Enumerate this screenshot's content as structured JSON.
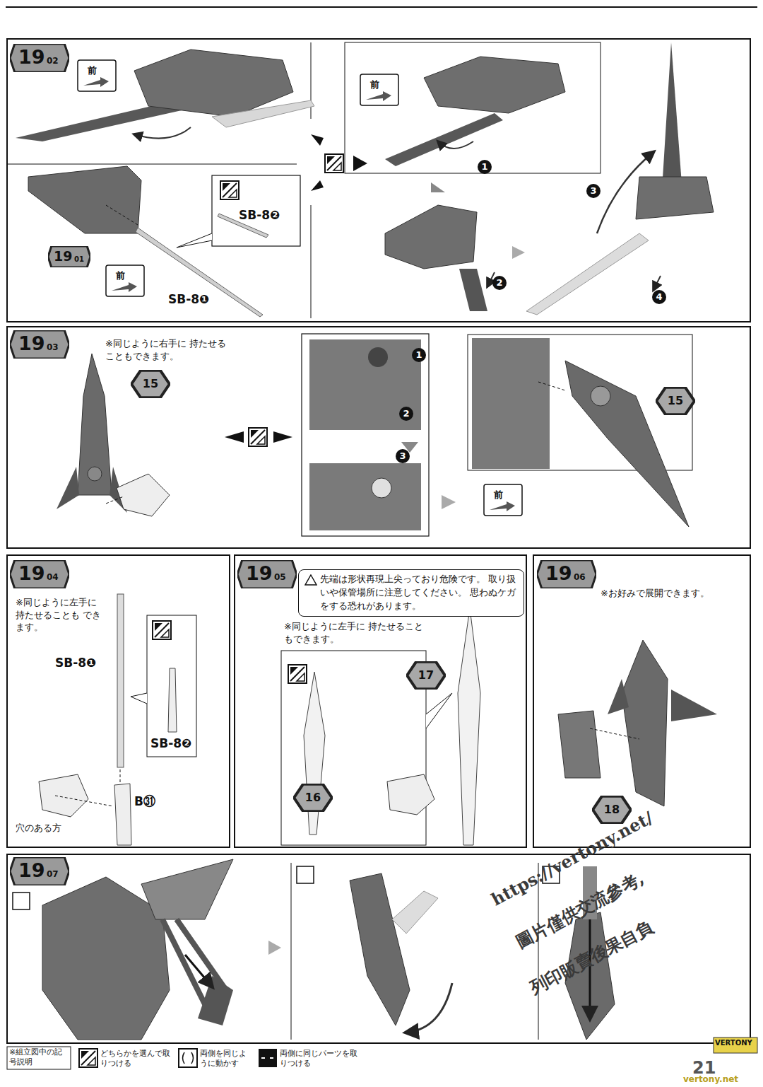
{
  "diagram": {
    "nodes": [
      {
        "text": [
          "19",
          "02"
        ]
      },
      {
        "text": [
          "19",
          "01"
        ]
      },
      {
        "text": [
          "19",
          "03"
        ]
      },
      {
        "text": [
          "15"
        ]
      },
      {
        "text": [
          "15"
        ]
      },
      {
        "text": [
          "19",
          "04"
        ]
      },
      {
        "text": [
          "19",
          "05"
        ]
      },
      {
        "text": [
          "先端は形状再現上尖っており危険です。 取り扱いや保管場所に注意してください。 思わぬケガをする恐れがあります。"
        ]
      },
      {
        "text": [
          "17"
        ]
      },
      {
        "text": [
          "16"
        ]
      },
      {
        "text": [
          "19",
          "06"
        ]
      },
      {
        "text": [
          "18"
        ]
      },
      {
        "text": [
          "19",
          "07"
        ]
      }
    ],
    "labels": [
      "前",
      "SB-8❷",
      "前",
      "SB-8❶",
      "前",
      "1",
      "2",
      "3",
      "4",
      "※同じように右手に 持たせることもできます。",
      "1",
      "2",
      "3",
      "前",
      "※同じように左手に 持たせることも できます。",
      "SB-8❶",
      "SB-8❷",
      "B㉛",
      "穴のある方",
      "※同じように左手に 持たせることもできます。",
      "※お好みで展開できます。",
      "https://vertony.net/",
      "圖片僅供交流參考,",
      "列印販賣後果自負",
      "※組立図中の記号説明",
      "21",
      "VERTONY",
      "vertony.net"
    ],
    "legend": [
      {
        "text": "どちらかを選んで取りつける"
      },
      {
        "text": "両側を同じように動かす"
      },
      {
        "text": "両側に同じパーツを取りつける"
      }
    ]
  }
}
